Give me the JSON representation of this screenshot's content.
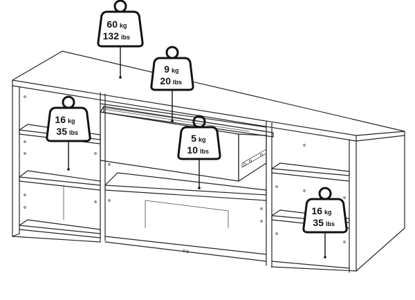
{
  "weights": [
    {
      "kg_value": "60",
      "kg_unit": "kg",
      "lbs_value": "132",
      "lbs_unit": "lbs",
      "location": "top"
    },
    {
      "kg_value": "9",
      "kg_unit": "kg",
      "lbs_value": "20",
      "lbs_unit": "lbs",
      "location": "top-drawer"
    },
    {
      "kg_value": "16",
      "kg_unit": "kg",
      "lbs_value": "35",
      "lbs_unit": "lbs",
      "location": "left-shelf"
    },
    {
      "kg_value": "5",
      "kg_unit": "kg",
      "lbs_value": "10",
      "lbs_unit": "lbs",
      "location": "center-shelf"
    },
    {
      "kg_value": "16",
      "kg_unit": "kg",
      "lbs_value": "35",
      "lbs_unit": "lbs",
      "location": "right-shelf"
    }
  ]
}
